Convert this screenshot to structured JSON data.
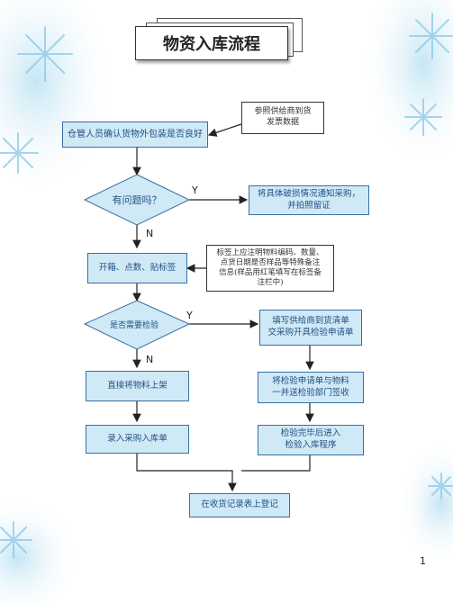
{
  "title": "物资入库流程",
  "page_number": "1",
  "nodes": {
    "inspect_package": "仓管人员确认货物外包装是否良好",
    "ref_note": "参照供给商到货\n发票数据",
    "decision_problem": "有问题吗？",
    "notify_purchase": "将具体破损情况通知采购，\n并拍照留证",
    "open_count_label": "开箱、点数、贴标签",
    "label_note": "标签上应注明物料编码、数量、\n点货日期是否样品等特殊备注\n信息(样品用红笔填写在标签备\n注栏中)",
    "decision_inspect": "是否需要检验",
    "fill_list": "填写供给商到货清单\n交采购开具检验申请单",
    "direct_shelf": "直接将物料上架",
    "send_inspect": "将检验申请单与物料\n一并送检验部门签收",
    "enter_order": "录入采购入库单",
    "after_inspect": "检验完毕后进入\n检验入库程序",
    "register": "在收货记录表上登记"
  },
  "labels": {
    "yes1": "Y",
    "no1": "N",
    "yes2": "Y",
    "no2": "N"
  },
  "colors": {
    "box_fill": "#d0e9f7",
    "box_border": "#3a6fa0",
    "text": "#1f4f80",
    "line": "#222222"
  }
}
